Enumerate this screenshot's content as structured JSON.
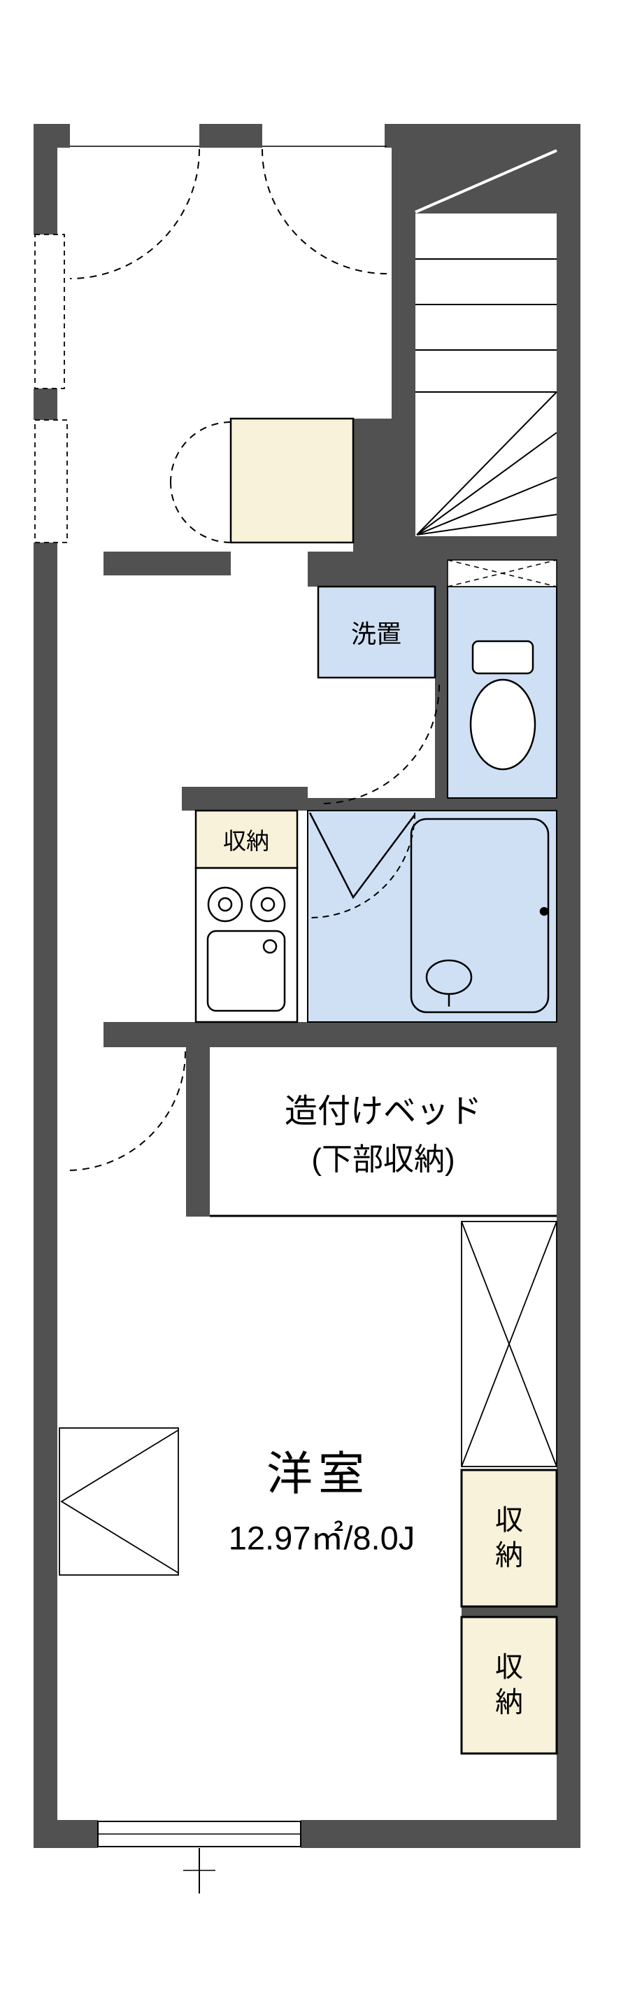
{
  "floorplan": {
    "labels": {
      "washer": "洗置",
      "kitchen_storage": "収納",
      "bed_line1": "造付けベッド",
      "bed_line2": "(下部収納)",
      "room_name": "洋室",
      "room_area": "12.97㎡/8.0J",
      "closet_upper": "収納",
      "closet_lower": "収納"
    },
    "colors": {
      "wall": "#515151",
      "wet_area_fill": "#cfe0f5",
      "storage_fill": "#f8f2da",
      "line": "#000000",
      "background": "#ffffff"
    }
  }
}
